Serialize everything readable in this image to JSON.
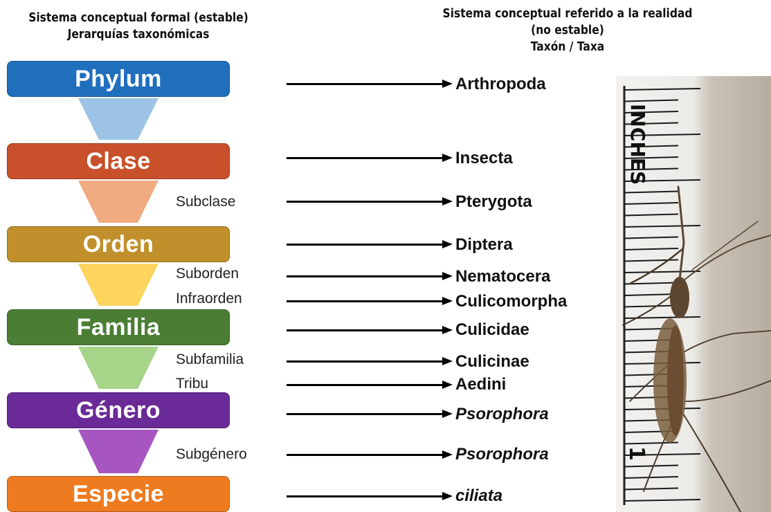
{
  "header": {
    "left_line1": "Sistema conceptual formal (estable)",
    "left_line2": "Jerarquías taxonómicas",
    "right_line1": "Sistema conceptual referido a la realidad",
    "right_line2": "(no estable)",
    "right_line3": "Taxón / Taxa"
  },
  "ranks": [
    {
      "label": "Phylum",
      "color": "#1f6fbd"
    },
    {
      "label": "Clase",
      "color": "#c8512b"
    },
    {
      "label": "Orden",
      "color": "#c1902c"
    },
    {
      "label": "Familia",
      "color": "#4b7e34"
    },
    {
      "label": "Género",
      "color": "#6a2a97"
    },
    {
      "label": "Especie",
      "color": "#ee7b1f"
    }
  ],
  "funnel_colors": [
    "#9cc3e6",
    "#f0ab81",
    "#fdd55e",
    "#a6d488",
    "#a755c0"
  ],
  "subranks": [
    "Subclase",
    "Suborden",
    "Infraorden",
    "Subfamilia",
    "Tribu",
    "Subgénero"
  ],
  "taxa": [
    {
      "name": "Arthropoda"
    },
    {
      "name": "Insecta"
    },
    {
      "name": "Pterygota"
    },
    {
      "name": "Diptera"
    },
    {
      "name": "Nematocera"
    },
    {
      "name": "Culicomorpha"
    },
    {
      "name": "Culicidae"
    },
    {
      "name": "Culicinae"
    },
    {
      "name": "Aedini"
    },
    {
      "name": "Psorophora"
    },
    {
      "name": "Psorophora"
    },
    {
      "name": "ciliata"
    }
  ],
  "photo": {
    "ruler_label": "INCHES",
    "ruler_number": "1"
  }
}
